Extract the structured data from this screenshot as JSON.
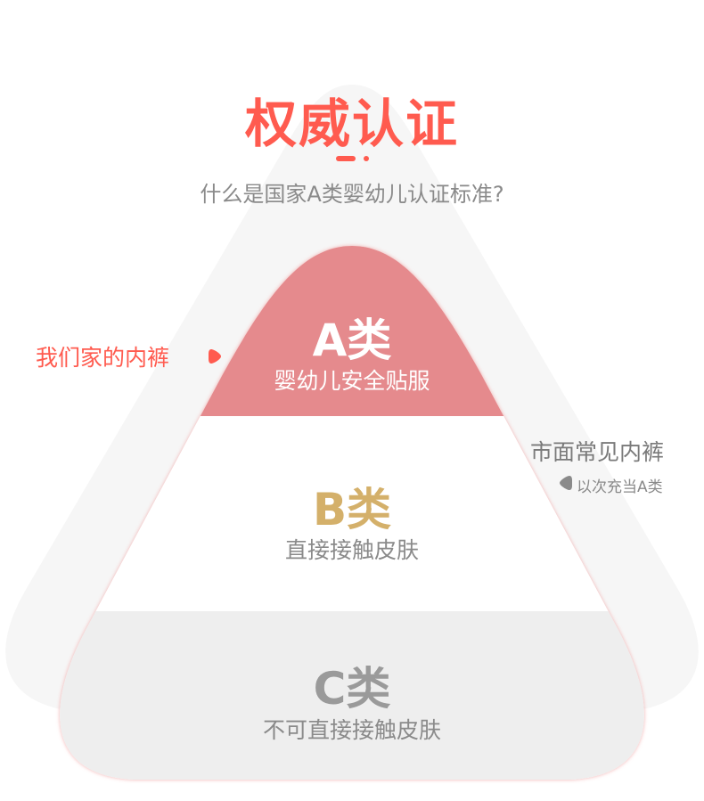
{
  "header": {
    "title": "权威认证",
    "subtitle": "什么是国家A类婴幼儿认证标准?"
  },
  "pyramid": {
    "tiers": [
      {
        "label": "A类",
        "description": "婴幼儿安全贴服",
        "color": "#e58a8d",
        "label_color": "#ffffff"
      },
      {
        "label": "B类",
        "description": "直接接触皮肤",
        "color": "#ffffff",
        "label_color": "#d4b06a"
      },
      {
        "label": "C类",
        "description": "不可直接接触皮肤",
        "color": "#eeeeee",
        "label_color": "#9a9a9a"
      }
    ]
  },
  "annotations": {
    "left": {
      "text": "我们家的内裤",
      "pointer_icon": "triangle-pointer-right-icon",
      "color": "#ff5b4f"
    },
    "right": {
      "text": "市面常见内裤",
      "subtext": "以次充当A类",
      "pointer_icon": "triangle-pointer-left-icon",
      "color": "#7a7a7a"
    }
  },
  "colors": {
    "accent": "#ff5b4f",
    "background_triangle": "#f6f6f6",
    "tier_a": "#e58a8d",
    "tier_c": "#eeeeee",
    "gold": "#d4b06a"
  }
}
